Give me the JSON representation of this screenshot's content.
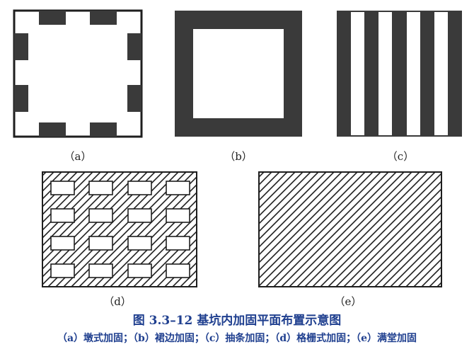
{
  "labels": {
    "a": "（a）",
    "b": "（b）",
    "c": "（c）",
    "d": "（d）",
    "e": "（e）"
  },
  "caption": {
    "title": "图 3.3–12   基坑内加固平面布置示意图",
    "subtitle": "（a）墩式加固；（b）裙边加固；（c）抽条加固；（d）格栅式加固；（e）满堂加固"
  },
  "colors": {
    "ink": "#1e1e1e",
    "fill": "#3a3a3a",
    "caption": "#1f3f8f"
  }
}
